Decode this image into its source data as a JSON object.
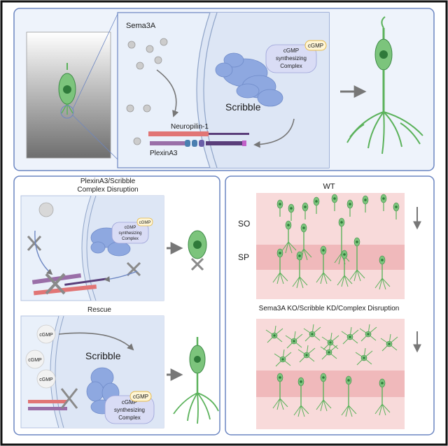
{
  "top_panel": {
    "ligand_label": "Sema3A",
    "receptor1_label": "Neuropilin-1",
    "receptor2_label": "PlexinA3",
    "scaffold_label": "Scribble",
    "complex_tag": "cGMP",
    "complex_label_line1": "cGMP",
    "complex_label_line2": "synthesizing",
    "complex_label_line3": "Complex"
  },
  "disruption_panel": {
    "title_line1": "PlexinA3/Scribble",
    "title_line2": "Complex Disruption",
    "complex_tag": "cGMP",
    "complex_label_line1": "cGMP",
    "complex_label_line2": "synthesizing",
    "complex_label_line3": "Complex"
  },
  "rescue_panel": {
    "title": "Rescue",
    "cgmp_1": "cGMP",
    "cgmp_2": "cGMP",
    "cgmp_3": "cGMP",
    "scaffold_label": "Scribble",
    "complex_tag": "cGMP",
    "complex_label_line1": "cGMP",
    "complex_label_line2": "synthesizing",
    "complex_label_line3": "Complex"
  },
  "wt_panel": {
    "title": "WT",
    "layer_so": "SO",
    "layer_sp": "SP"
  },
  "ko_panel": {
    "title": "Sema3A KO/Scribble KD/Complex Disruption"
  },
  "colors": {
    "frame_border": "#111111",
    "panel_fill": "#eef3fb",
    "panel_border": "#6c86c2",
    "membrane_fill": "#dde6f5",
    "neuron_green": "#7cc47c",
    "neuron_dark": "#2f7a3a",
    "protein_blue": "#8ea8e0",
    "tissue_pink": "#f8dada",
    "tissue_band": "#f0b9bb",
    "arrow_gray": "#777777"
  }
}
